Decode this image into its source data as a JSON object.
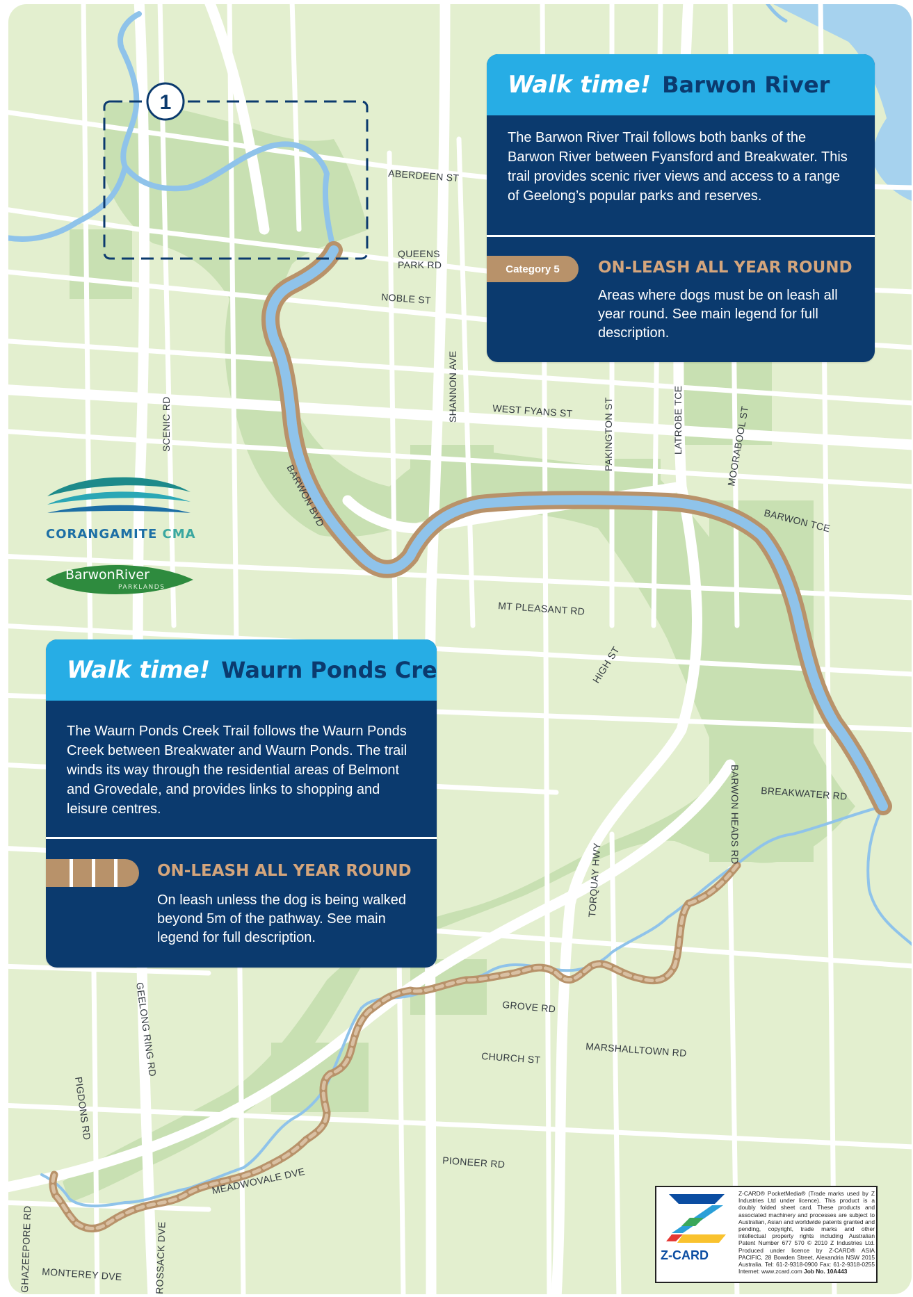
{
  "map": {
    "colors": {
      "land": "#e3efcf",
      "park": "#c8e0b2",
      "road": "#ffffff",
      "water": "#a6d2ee",
      "trail": "#b8926a",
      "card_dark": "#0b3a6e",
      "card_light": "#27ade5"
    },
    "inset_number": "1",
    "road_labels": {
      "aberdeen_st": "ABERDEEN ST",
      "queens_park_rd_1": "QUEENS",
      "queens_park_rd_2": "PARK RD",
      "noble_st": "NOBLE ST",
      "shannon_ave": "SHANNON AVE",
      "west_fyans_st": "WEST FYANS ST",
      "pakington_st": "PAKINGTON ST",
      "latrobe_tce": "LATROBE TCE",
      "moorabool_st": "MOORABOOL ST",
      "scenic_rd": "SCENIC RD",
      "barwon_bvd": "BARWON BVD",
      "barwon_tce": "BARWON TCE",
      "mt_pleasant_rd": "MT PLEASANT RD",
      "high_st": "HIGH ST",
      "barwon_heads_rd": "BARWON HEADS RD",
      "breakwater_rd": "BREAKWATER RD",
      "torquay_hwy": "TORQUAY HWY",
      "grove_rd": "GROVE RD",
      "marshalltown_rd": "MARSHALLTOWN RD",
      "church_st": "CHURCH ST",
      "geelong_ring_rd": "GEELONG RING RD",
      "pigdons_rd": "PIGDONS RD",
      "pioneer_rd": "PIONEER RD",
      "meadowvale_dve": "MEADWOVALE DVE",
      "ghazeepore_rd": "GHAZEEPORE RD",
      "rossack_dve": "ROSSACK DVE",
      "monterey_dve": "MONTEREY DVE"
    }
  },
  "card_barwon": {
    "walk_time": "Walk time!",
    "place": "Barwon River",
    "description": "The Barwon River Trail follows both banks of the Barwon River between Fyansford and Breakwater. This trail provides scenic river views and access to a range of Geelong’s popular parks and reserves.",
    "category_label": "Category 5",
    "leash_title": "ON-LEASH ALL YEAR ROUND",
    "leash_text": "Areas where dogs must be on leash all year round. See main legend for full description."
  },
  "card_waurn": {
    "walk_time": "Walk time!",
    "place": "Waurn Ponds Creek",
    "description": "The Waurn Ponds Creek Trail follows the Waurn Ponds Creek between Breakwater and Waurn Ponds. The trail winds its way through the residential areas of Belmont and Grovedale, and provides links to shopping and leisure centres.",
    "leash_title": "ON-LEASH ALL YEAR ROUND",
    "leash_text": "On leash unless the dog is being walked beyond 5m of the pathway. See main legend for full description."
  },
  "logos": {
    "corangamite": {
      "name": "CORANGAMITE",
      "suffix": "CMA",
      "color_dark": "#1d6fa5",
      "color_light": "#3aa7a0"
    },
    "barwon_river": {
      "name": "BarwonRiver",
      "sub": "PARKLANDS",
      "color": "#2e8b3e"
    }
  },
  "zcard": {
    "brand": "Z-CARD",
    "legal": "Z-CARD® PocketMedia® (Trade marks used by Z Industries Ltd under licence). This product is a doubly folded sheet card. These products and associated machinery and processes are subject to Australian, Asian and worldwide patents granted and pending, copyright, trade marks and other intellectual property rights including Australian Patent Number 677 570 © 2010 Z Industries Ltd. Produced under licence by Z-CARD® ASIA PACIFIC, 28 Bowden Street, Alexandria NSW 2015 Australia. Tel: 61-2-9318-0900 Fax: 61-2-9318-0255 Internet: www.zcard.com",
    "job": "Job No. 10A443"
  }
}
